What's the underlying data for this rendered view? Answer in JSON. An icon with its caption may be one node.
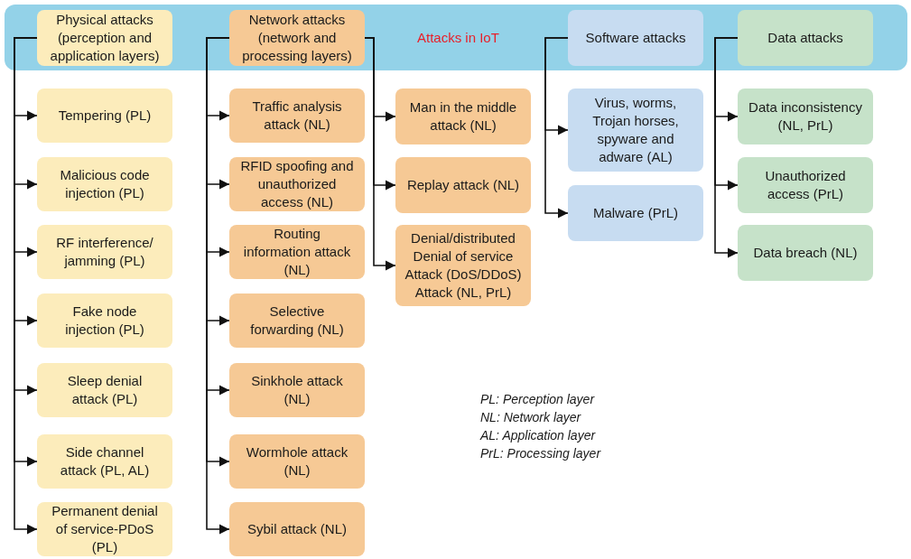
{
  "diagram": {
    "nodes": [
      {
        "text": [
          "Attacks in IoT"
        ]
      },
      {
        "text": [
          "Physical attacks (perception and application layers)"
        ],
        "in": 0
      },
      {
        "text": [
          "Network attacks (network and processing layers)"
        ],
        "in": 0
      },
      {
        "text": [
          "Software attacks"
        ],
        "in": 0
      },
      {
        "text": [
          "Data attacks"
        ],
        "in": 0
      },
      {
        "text": [
          "Tempering (PL)"
        ]
      },
      {
        "text": [
          "Malicious code injection (PL)"
        ]
      },
      {
        "text": [
          "RF interference/ jamming (PL)"
        ]
      },
      {
        "text": [
          "Fake node injection (PL)"
        ]
      },
      {
        "text": [
          "Sleep denial attack (PL)"
        ]
      },
      {
        "text": [
          "Side channel attack (PL, AL)"
        ]
      },
      {
        "text": [
          "Permanent denial of service-PDoS (PL)"
        ]
      },
      {
        "text": [
          "Traffic analysis attack (NL)"
        ]
      },
      {
        "text": [
          "RFID spoofing and unauthorized access (NL)"
        ]
      },
      {
        "text": [
          "Routing information attack (NL)"
        ]
      },
      {
        "text": [
          "Selective forwarding (NL)"
        ]
      },
      {
        "text": [
          "Sinkhole attack (NL)"
        ]
      },
      {
        "text": [
          "Wormhole attack (NL)"
        ]
      },
      {
        "text": [
          "Sybil attack (NL)"
        ]
      },
      {
        "text": [
          "Man in the middle attack (NL)"
        ]
      },
      {
        "text": [
          "Replay attack (NL)"
        ]
      },
      {
        "text": [
          "Denial/distributed Denial of service Attack (DoS/DDoS) Attack (NL, PrL)"
        ]
      },
      {
        "text": [
          "Virus, worms, Trojan horses, spyware and adware (AL)"
        ]
      },
      {
        "text": [
          "Malware (PrL)"
        ]
      },
      {
        "text": [
          "Data inconsistency (NL, PrL)"
        ]
      },
      {
        "text": [
          "Unauthorized access (PrL)"
        ]
      },
      {
        "text": [
          "Data breach (NL)"
        ]
      }
    ],
    "edges": [
      {
        "from": 1,
        "to": 5,
        "arrow": "to"
      },
      {
        "from": 1,
        "to": 6,
        "arrow": "to"
      },
      {
        "from": 1,
        "to": 7,
        "arrow": "to"
      },
      {
        "from": 1,
        "to": 8,
        "arrow": "to"
      },
      {
        "from": 1,
        "to": 9,
        "arrow": "to"
      },
      {
        "from": 1,
        "to": 10,
        "arrow": "to"
      },
      {
        "from": 1,
        "to": 11,
        "arrow": "to"
      },
      {
        "from": 2,
        "to": 12,
        "arrow": "to"
      },
      {
        "from": 2,
        "to": 13,
        "arrow": "to"
      },
      {
        "from": 2,
        "to": 14,
        "arrow": "to"
      },
      {
        "from": 2,
        "to": 15,
        "arrow": "to"
      },
      {
        "from": 2,
        "to": 16,
        "arrow": "to"
      },
      {
        "from": 2,
        "to": 17,
        "arrow": "to"
      },
      {
        "from": 2,
        "to": 18,
        "arrow": "to"
      },
      {
        "from": 2,
        "to": 19,
        "arrow": "to"
      },
      {
        "from": 2,
        "to": 20,
        "arrow": "to"
      },
      {
        "from": 2,
        "to": 21,
        "arrow": "to"
      },
      {
        "from": 3,
        "to": 22,
        "arrow": "to"
      },
      {
        "from": 3,
        "to": 23,
        "arrow": "to"
      },
      {
        "from": 4,
        "to": 24,
        "arrow": "to"
      },
      {
        "from": 4,
        "to": 25,
        "arrow": "to"
      },
      {
        "from": 4,
        "to": 26,
        "arrow": "to"
      }
    ],
    "labels": [
      "PL: Perception layer",
      "NL: Network layer",
      "AL: Application layer",
      "PrL: Processing layer"
    ]
  }
}
